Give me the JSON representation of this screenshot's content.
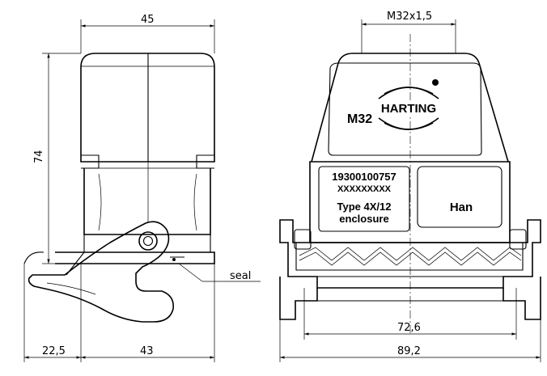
{
  "dimensions": {
    "width_top": "45",
    "height_left": "74",
    "thread": "M32x1,5",
    "bottom_left_a": "22,5",
    "bottom_left_b": "43",
    "bottom_right_inner": "72,6",
    "bottom_right_outer": "89,2"
  },
  "callouts": {
    "seal": "seal"
  },
  "marking": {
    "part_number": "19300100757",
    "placeholder": "XXXXXXXXX",
    "type_line1": "Type 4X/12",
    "type_line2": "enclosure",
    "series": "Han",
    "thread_size": "M32",
    "brand": "HARTING"
  }
}
